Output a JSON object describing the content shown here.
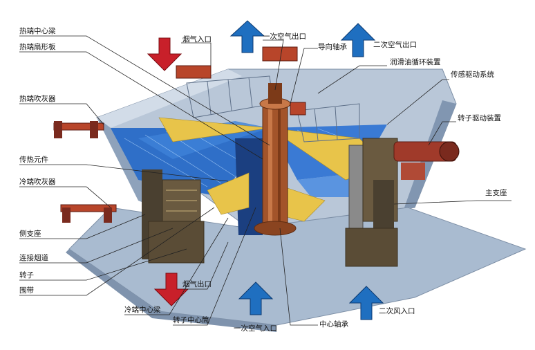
{
  "labels": {
    "hot_center_beam": "热端中心梁",
    "hot_sector_plate": "热端扇形板",
    "hot_soot_blower": "热端吹灰器",
    "heat_element": "传热元件",
    "cold_soot_blower": "冷端吹灰器",
    "side_support": "侧支座",
    "connecting_duct": "连接烟道",
    "rotor": "转子",
    "girth_band": "围带",
    "cold_center_beam": "冷端中心梁",
    "rotor_center_tube": "转子中心筒",
    "primary_air_inlet": "一次空气入口",
    "center_bearing": "中心轴承",
    "secondary_air_inlet": "二次风入口",
    "flue_gas_outlet": "烟气出口",
    "flue_gas_inlet": "烟气入口",
    "primary_air_outlet": "一次空气出口",
    "guide_bearing": "导向轴承",
    "secondary_air_outlet": "二次空气出口",
    "lube_oil_system": "润滑油循环装置",
    "sensor_drive_system": "传感驱动系统",
    "rotor_drive_unit": "转子驱动装置",
    "main_support": "主支座"
  },
  "colors": {
    "gas_arrow": "#c8202a",
    "air_arrow": "#1f6fc0",
    "casing": "#9fb3cc",
    "element_blue": "#2f6fc8",
    "rotor_rust": "#a3542a",
    "sector_yellow": "#e8c44a",
    "support_dark": "#4a4030"
  }
}
